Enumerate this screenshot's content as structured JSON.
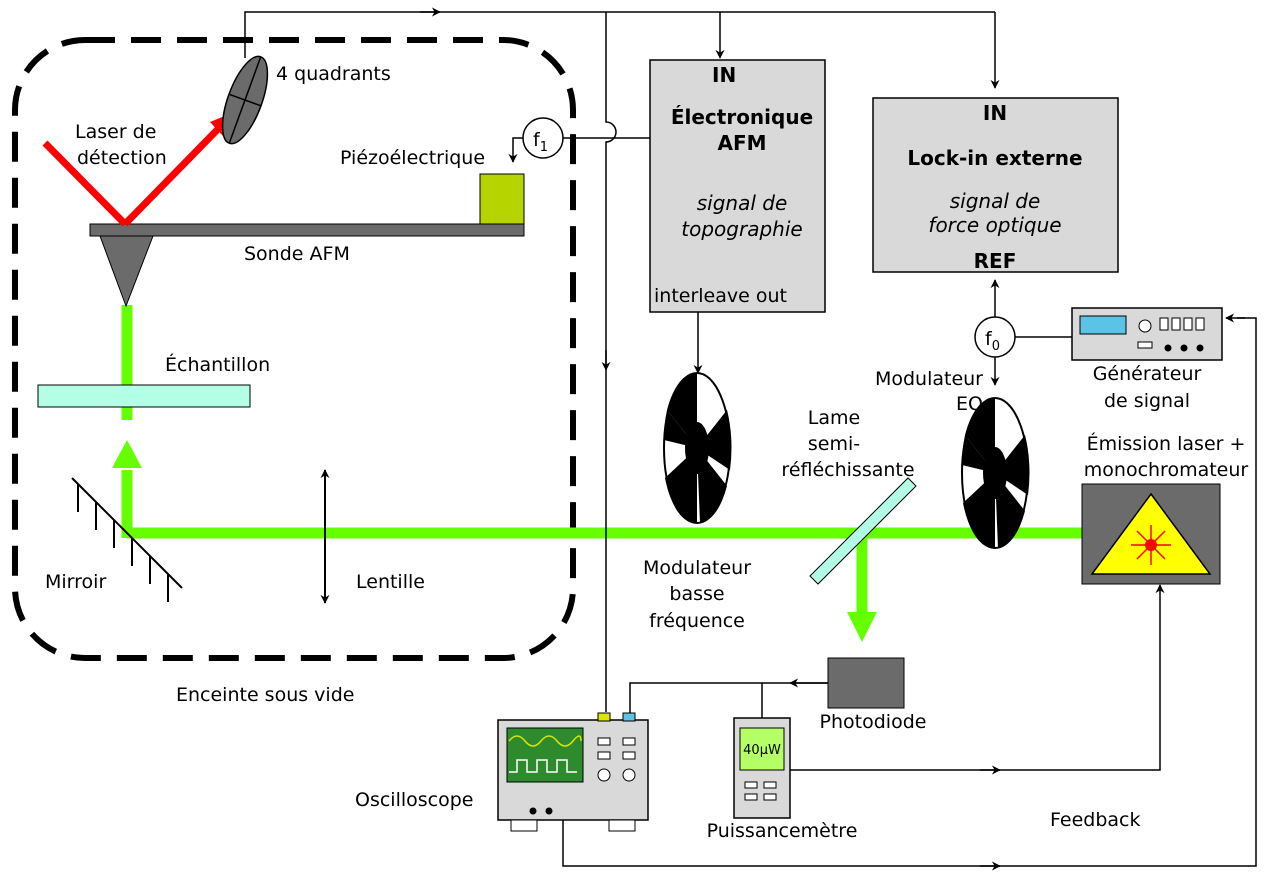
{
  "labels": {
    "quadrants": "4 quadrants",
    "laser_detection_l1": "Laser de",
    "laser_detection_l2": "détection",
    "piezo": "Piézoélectrique",
    "f1": "f",
    "f1_sub": "1",
    "f0": "f",
    "f0_sub": "0",
    "sonde": "Sonde AFM",
    "echantillon": "Échantillon",
    "mirror": "Mirroir",
    "lens": "Lentille",
    "enceinte": "Enceinte sous vide",
    "afm_in": "IN",
    "afm_title_l1": "Électronique",
    "afm_title_l2": "AFM",
    "afm_sig_l1": "signal de",
    "afm_sig_l2": "topographie",
    "afm_out": "interleave out",
    "lock_in": "IN",
    "lock_title": "Lock-in externe",
    "lock_sig_l1": "signal de",
    "lock_sig_l2": "force optique",
    "lock_ref": "REF",
    "gen_l1": "Générateur",
    "gen_l2": "de signal",
    "mod_eo_l1": "Modulateur",
    "mod_eo_l2": "EO",
    "lame_l1": "Lame",
    "lame_l2": "semi-",
    "lame_l3": "réfléchissante",
    "emission_l1": "Émission laser +",
    "emission_l2": "monochromateur",
    "mod_bf_l1": "Modulateur",
    "mod_bf_l2": "basse",
    "mod_bf_l3": "fréquence",
    "photodiode": "Photodiode",
    "oscilloscope": "Oscilloscope",
    "power_display": "40µW",
    "puissancemetre": "Puissancemètre",
    "feedback": "Feedback"
  },
  "colors": {
    "laser_green": "#66ff00",
    "laser_red": "#ff0000",
    "box_grey": "#d9d9d9",
    "dark_grey": "#6b6b6b",
    "piezo_green": "#b5d400",
    "sample_cyan": "#b3ffe6",
    "laser_warning_yellow": "#ffff00"
  }
}
